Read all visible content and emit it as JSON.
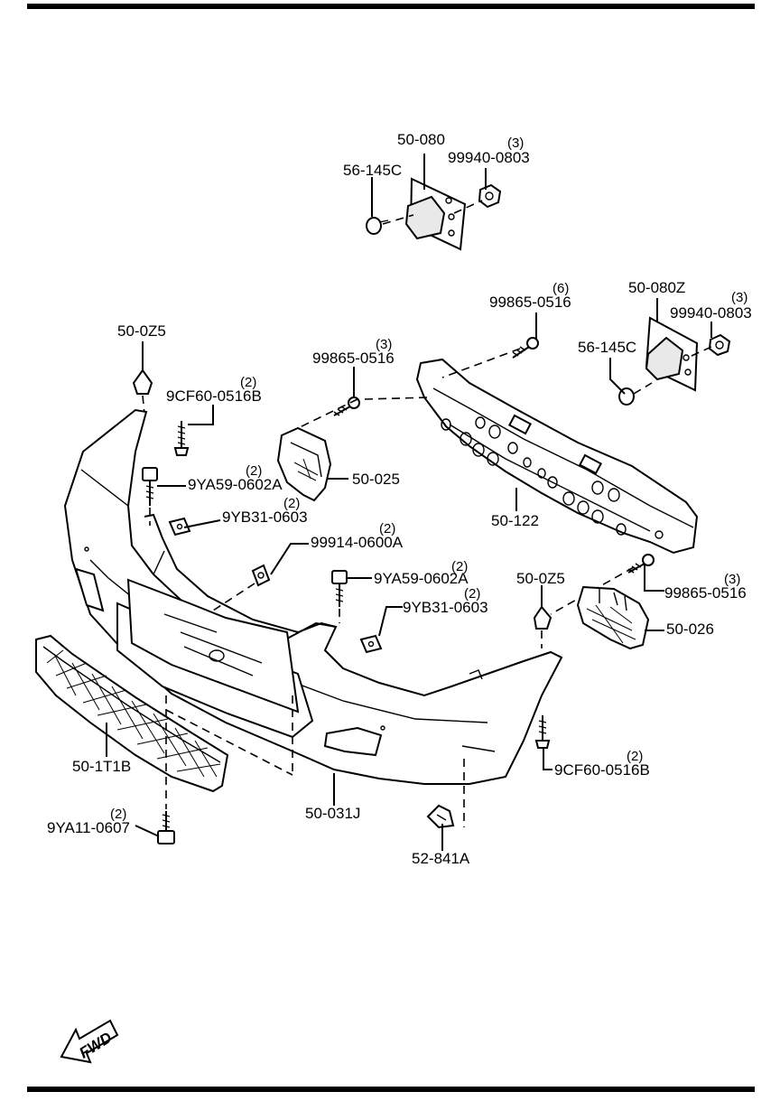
{
  "callouts": {
    "c01": {
      "part": "50-080",
      "qty": ""
    },
    "c02": {
      "part": "99940-0803",
      "qty": "(3)"
    },
    "c03": {
      "part": "56-145C",
      "qty": ""
    },
    "c04": {
      "part": "50-080Z",
      "qty": ""
    },
    "c05": {
      "part": "99865-0516",
      "qty": "(6)"
    },
    "c06": {
      "part": "99940-0803",
      "qty": "(3)"
    },
    "c07": {
      "part": "56-145C",
      "qty": ""
    },
    "c08": {
      "part": "50-0Z5",
      "qty": ""
    },
    "c09": {
      "part": "99865-0516",
      "qty": "(3)"
    },
    "c10": {
      "part": "9CF60-0516B",
      "qty": "(2)"
    },
    "c11": {
      "part": "9YA59-0602A",
      "qty": "(2)"
    },
    "c12": {
      "part": "50-025",
      "qty": ""
    },
    "c13": {
      "part": "9YB31-0603",
      "qty": "(2)"
    },
    "c14": {
      "part": "50-122",
      "qty": ""
    },
    "c15": {
      "part": "99914-0600A",
      "qty": "(2)"
    },
    "c16": {
      "part": "9YA59-0602A",
      "qty": "(2)"
    },
    "c17": {
      "part": "50-0Z5",
      "qty": ""
    },
    "c18": {
      "part": "9YB31-0603",
      "qty": "(2)"
    },
    "c19": {
      "part": "99865-0516",
      "qty": "(3)"
    },
    "c20": {
      "part": "50-026",
      "qty": ""
    },
    "c21": {
      "part": "50-1T1B",
      "qty": ""
    },
    "c22": {
      "part": "9CF60-0516B",
      "qty": "(2)"
    },
    "c23": {
      "part": "50-031J",
      "qty": ""
    },
    "c24": {
      "part": "9YA11-0607",
      "qty": "(2)"
    },
    "c25": {
      "part": "52-841A",
      "qty": ""
    }
  },
  "fwd_label": "FWD",
  "colors": {
    "ink": "#000000",
    "paper": "#ffffff"
  }
}
